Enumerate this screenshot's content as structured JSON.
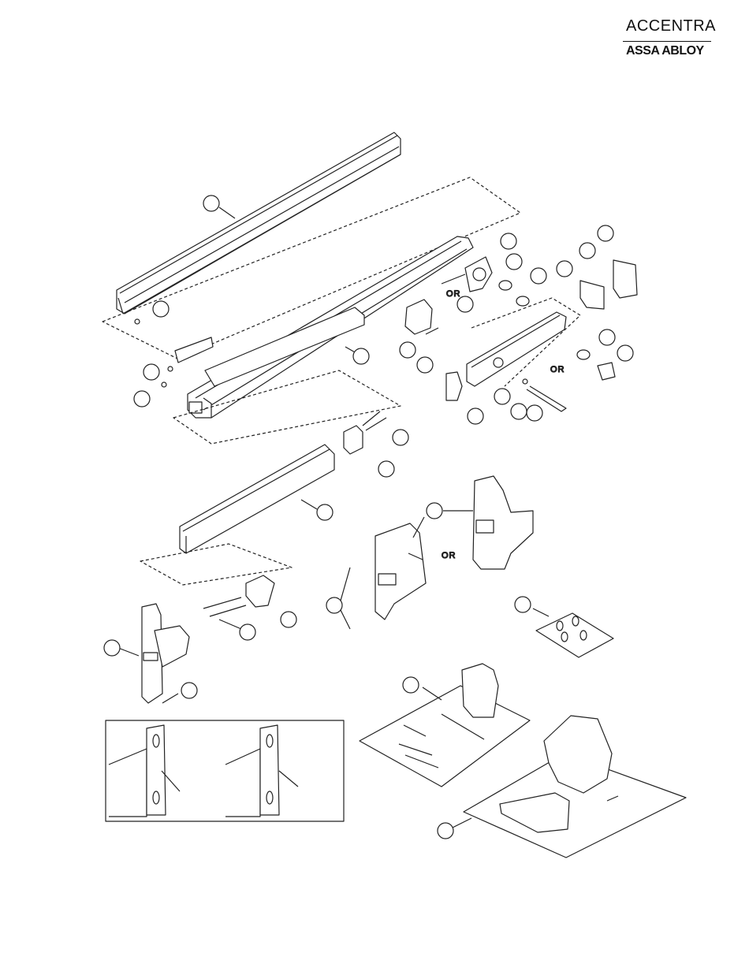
{
  "logo": {
    "brand": "ACCENTRA",
    "sub": "ASSA ABLOY"
  },
  "or_labels": [
    "OR",
    "OR",
    "OR"
  ]
}
